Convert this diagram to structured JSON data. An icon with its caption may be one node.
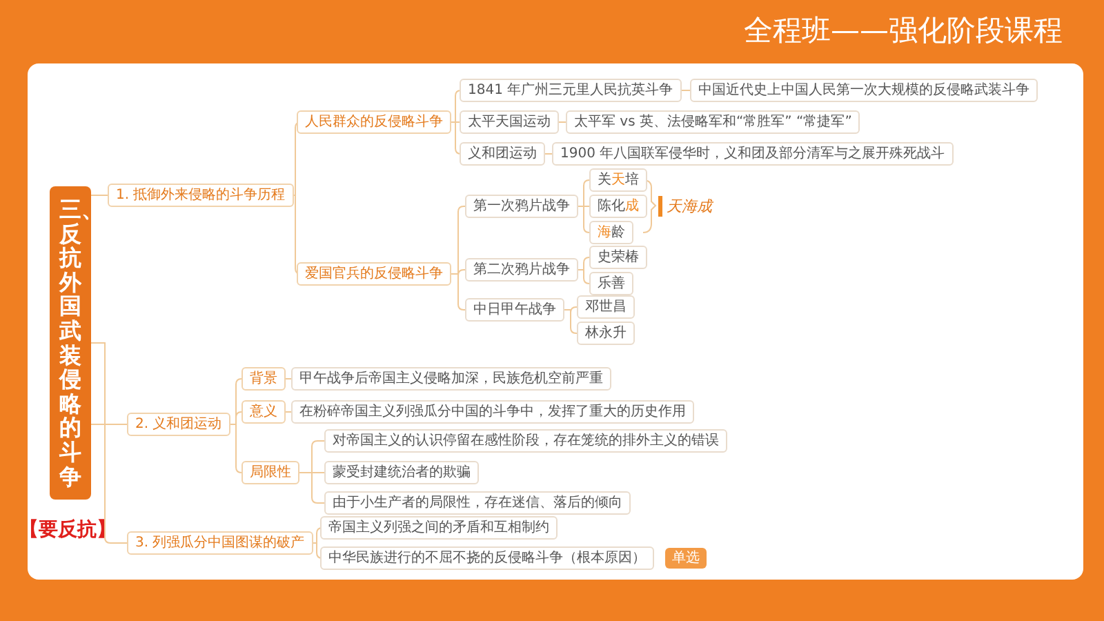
{
  "diagram": {
    "title": "全程班——强化阶段课程",
    "nodes": [
      {
        "text": [
          "三、反抗外国武装侵略的斗争"
        ]
      },
      {
        "text": [
          "1. 抵御外来侵略的斗争历程"
        ]
      },
      {
        "text": [
          "人民群众的反侵略斗争"
        ]
      },
      {
        "text": [
          "1841 年广州三元里人民抗英斗争"
        ]
      },
      {
        "text": [
          "中国近代史上中国人民第一次大规模的反侵略武装斗争"
        ]
      },
      {
        "text": [
          "太平天国运动"
        ]
      },
      {
        "text": [
          "太平军 vs 英、法侵略军和“常胜军” “常捷军”"
        ]
      },
      {
        "text": [
          "义和团运动"
        ]
      },
      {
        "text": [
          "1900 年八国联军侵华时，义和团及部分清军与之展开殊死战斗"
        ]
      },
      {
        "text": [
          "爱国官兵的反侵略斗争"
        ]
      },
      {
        "text": [
          "第一次鸦片战争"
        ]
      },
      {
        "text": [
          "关**天**培"
        ]
      },
      {
        "text": [
          "陈化**成**"
        ]
      },
      {
        "text": [
          "**海**龄"
        ]
      },
      {
        "text": [
          "第二次鸦片战争"
        ]
      },
      {
        "text": [
          "史荣椿"
        ]
      },
      {
        "text": [
          "乐善"
        ]
      },
      {
        "text": [
          "中日甲午战争"
        ]
      },
      {
        "text": [
          "邓世昌"
        ]
      },
      {
        "text": [
          "林永升"
        ]
      },
      {
        "text": [
          "2. 义和团运动"
        ]
      },
      {
        "text": [
          "背景"
        ]
      },
      {
        "text": [
          "甲午战争后帝国主义侵略加深，民族危机空前严重"
        ]
      },
      {
        "text": [
          "意义"
        ]
      },
      {
        "text": [
          "在粉碎帝国主义列强瓜分中国的斗争中，发挥了重大的历史作用"
        ]
      },
      {
        "text": [
          "局限性"
        ]
      },
      {
        "text": [
          "对帝国主义的认识停留在感性阶段，存在笼统的排外主义的错误"
        ]
      },
      {
        "text": [
          "蒙受封建统治者的欺骗"
        ]
      },
      {
        "text": [
          "由于小生产者的局限性，存在迷信、落后的倾向"
        ]
      },
      {
        "text": [
          "3. 列强瓜分中国图谋的破产"
        ]
      },
      {
        "text": [
          "帝国主义列强之间的矛盾和互相制约"
        ]
      },
      {
        "text": [
          "中华民族进行的不屈不挠的反侵略斗争（根本原因）"
        ],
        "beside": [
          "单选"
        ]
      }
    ],
    "edges": [
      {
        "from": 0,
        "to": 1,
        "arrow": "none"
      },
      {
        "from": 0,
        "to": 20,
        "arrow": "none"
      },
      {
        "from": 0,
        "to": 29,
        "arrow": "none"
      },
      {
        "from": 1,
        "to": 2,
        "arrow": "none"
      },
      {
        "from": 1,
        "to": 9,
        "arrow": "none"
      },
      {
        "from": 2,
        "to": 3,
        "arrow": "none"
      },
      {
        "from": 2,
        "to": 5,
        "arrow": "none"
      },
      {
        "from": 2,
        "to": 7,
        "arrow": "none"
      },
      {
        "from": 3,
        "to": 4,
        "arrow": "none"
      },
      {
        "from": 5,
        "to": 6,
        "arrow": "none"
      },
      {
        "from": 7,
        "to": 8,
        "arrow": "none"
      },
      {
        "from": 9,
        "to": 10,
        "arrow": "none"
      },
      {
        "from": 9,
        "to": 14,
        "arrow": "none"
      },
      {
        "from": 9,
        "to": 17,
        "arrow": "none"
      },
      {
        "from": 10,
        "to": 11,
        "arrow": "none"
      },
      {
        "from": 10,
        "to": 12,
        "arrow": "none"
      },
      {
        "from": 10,
        "to": 13,
        "arrow": "none"
      },
      {
        "from": 14,
        "to": 15,
        "arrow": "none"
      },
      {
        "from": 14,
        "to": 16,
        "arrow": "none"
      },
      {
        "from": 17,
        "to": 18,
        "arrow": "none"
      },
      {
        "from": 17,
        "to": 19,
        "arrow": "none"
      },
      {
        "from": 20,
        "to": 21,
        "arrow": "none"
      },
      {
        "from": 20,
        "to": 23,
        "arrow": "none"
      },
      {
        "from": 20,
        "to": 25,
        "arrow": "none"
      },
      {
        "from": 21,
        "to": 22,
        "arrow": "none"
      },
      {
        "from": 23,
        "to": 24,
        "arrow": "none"
      },
      {
        "from": 25,
        "to": 26,
        "arrow": "none"
      },
      {
        "from": 25,
        "to": 27,
        "arrow": "none"
      },
      {
        "from": 25,
        "to": 28,
        "arrow": "none"
      },
      {
        "from": 29,
        "to": 30,
        "arrow": "none"
      },
      {
        "from": 29,
        "to": 31,
        "arrow": "none"
      }
    ],
    "labels": [
      "天海成",
      "【要反抗】"
    ]
  }
}
